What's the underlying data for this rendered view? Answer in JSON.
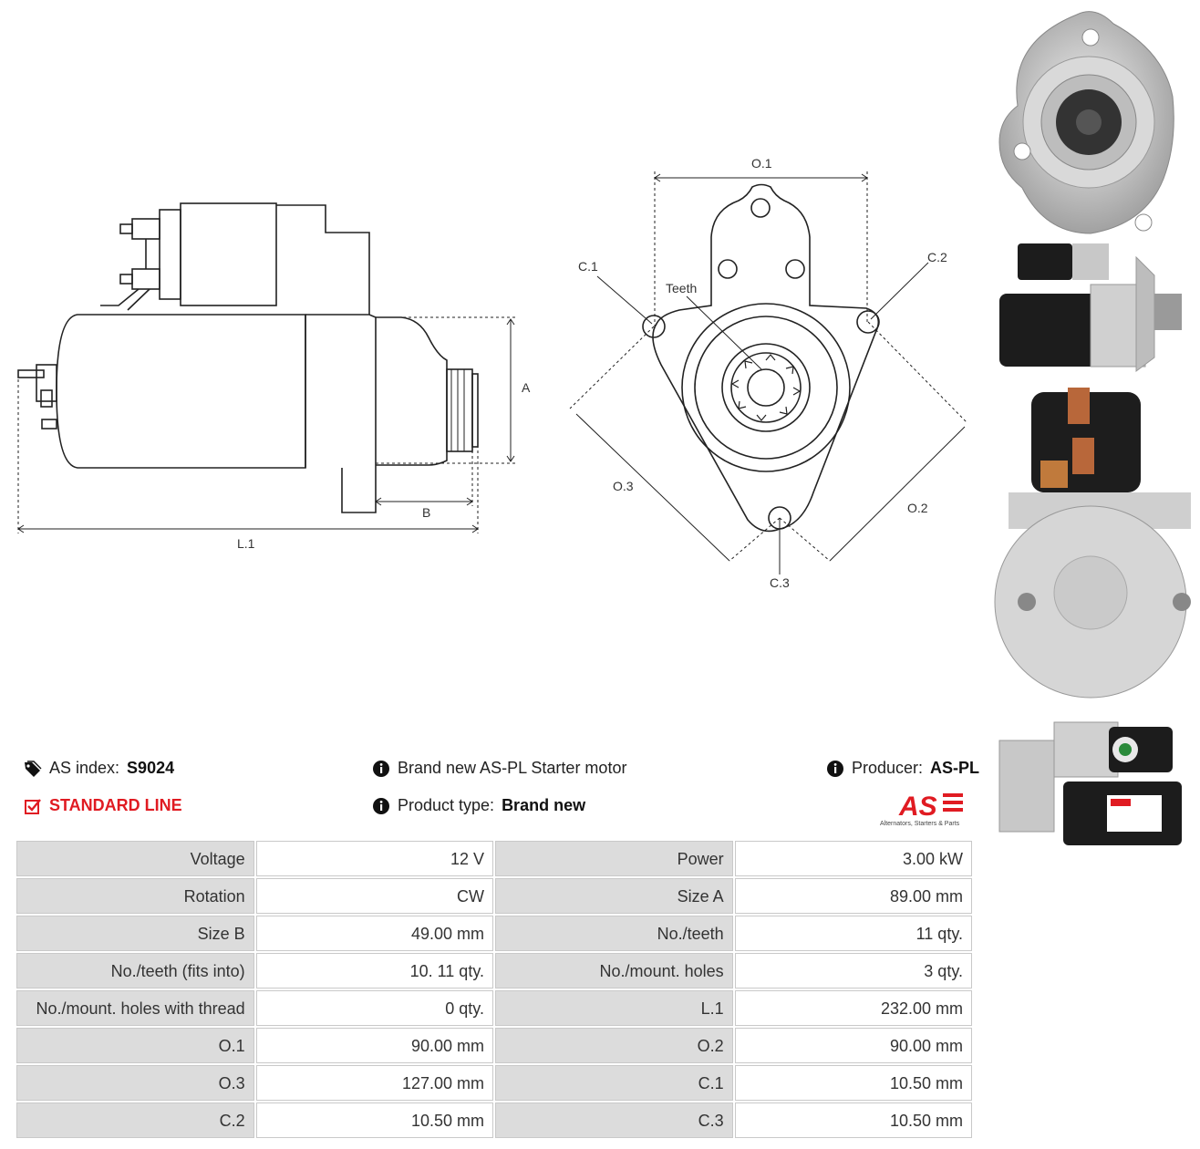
{
  "drawing": {
    "labels": {
      "a": "A",
      "b": "B",
      "l1": "L.1",
      "o1": "O.1",
      "o2": "O.2",
      "o3": "O.3",
      "c1": "C.1",
      "c2": "C.2",
      "c3": "C.3",
      "teeth": "Teeth"
    }
  },
  "info": {
    "as_index_label": "AS index:",
    "as_index_value": "S9024",
    "standard_line": "STANDARD LINE",
    "brand_line": "Brand new AS-PL Starter motor",
    "product_type_label": "Product type:",
    "product_type_value": "Brand new",
    "producer_label": "Producer:",
    "producer_value": "AS-PL",
    "logo_text": "AS",
    "logo_tagline": "Alternators, Starters & Parts",
    "colors": {
      "brand_red": "#e01b22",
      "key_cell": "#dcdcdc"
    }
  },
  "specs": [
    [
      "Voltage",
      "12 V",
      "Power",
      "3.00 kW"
    ],
    [
      "Rotation",
      "CW",
      "Size A",
      "89.00 mm"
    ],
    [
      "Size B",
      "49.00 mm",
      "No./teeth",
      "11 qty."
    ],
    [
      "No./teeth (fits into)",
      "10. 11 qty.",
      "No./mount. holes",
      "3 qty."
    ],
    [
      "No./mount. holes with thread",
      "0 qty.",
      "L.1",
      "232.00 mm"
    ],
    [
      "O.1",
      "90.00 mm",
      "O.2",
      "90.00 mm"
    ],
    [
      "O.3",
      "127.00 mm",
      "C.1",
      "10.50 mm"
    ],
    [
      "C.2",
      "10.50 mm",
      "C.3",
      "10.50 mm"
    ]
  ]
}
